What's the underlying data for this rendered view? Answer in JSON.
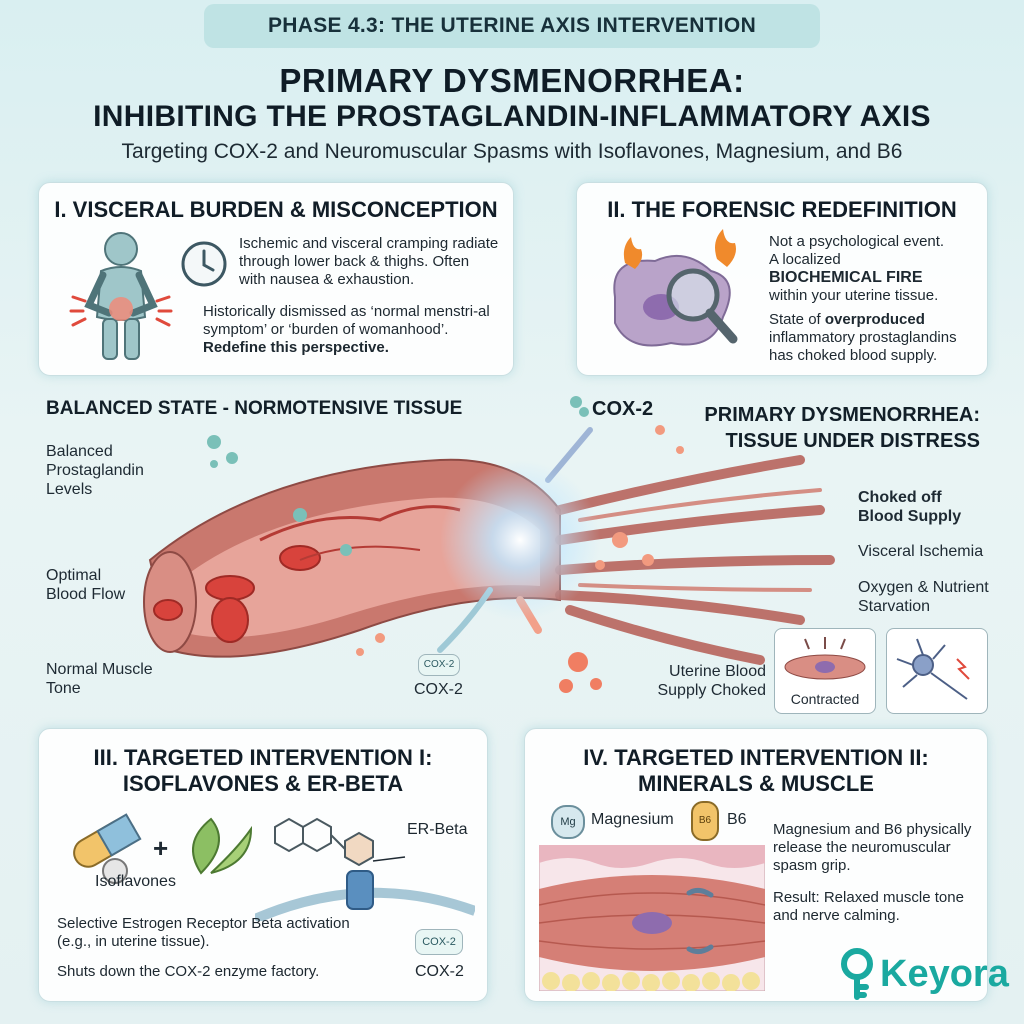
{
  "header": {
    "phase": "PHASE 4.3: THE UTERINE AXIS INTERVENTION",
    "title_line1": "PRIMARY DYSMENORRHEA:",
    "title_line2": "INHIBITING THE PROSTAGLANDIN-INFLAMMATORY AXIS",
    "subtitle": "Targeting COX-2 and Neuromuscular Spasms with Isoflavones, Magnesium, and B6"
  },
  "card1": {
    "title": "I. VISCERAL BURDEN & MISCONCEPTION",
    "p1": "Ischemic and visceral cramping radiate through lower back & thighs. Often with nausea & exhaustion.",
    "p2": "Historically dismissed as ‘normal menstri-al symptom’ or ‘burden of womanhood’.",
    "p2_bold": "Redefine this perspective."
  },
  "card2": {
    "title": "II. THE FORENSIC REDEFINITION",
    "line1": "Not a psychological event.",
    "line2": "A localized",
    "line3_bold": "BIOCHEMICAL FIRE",
    "line4": "within your uterine tissue.",
    "p2_pre": "State of",
    "p2_bold": "overproduced",
    "p2_rest": "inflammatory prostaglandins has choked blood supply."
  },
  "middle": {
    "left_heading": "BALANCED STATE - NORMOTENSIVE TISSUE",
    "right_heading_line1": "PRIMARY DYSMENORRHEA:",
    "right_heading_line2": "TISSUE UNDER DISTRESS",
    "cox2_top": "COX-2",
    "cox2_bottom": "COX-2",
    "cox2_chip": "COX-2",
    "left_labels": [
      "Balanced Prostaglandin Levels",
      "Optimal Blood Flow",
      "Normal Muscle Tone"
    ],
    "right_labels": {
      "choked": "Choked off Blood Supply",
      "ischemia": "Visceral Ischemia",
      "starvation": "Oxygen & Nutrient Starvation",
      "uterine": "Uterine Blood Supply Choked"
    },
    "contracted": "Contracted"
  },
  "card3": {
    "title_line1": "III. TARGETED INTERVENTION I:",
    "title_line2": "ISOFLAVONES & ER-BETA",
    "isoflavones": "Isoflavones",
    "erbeta": "ER-Beta",
    "p1": "Selective Estrogen Receptor Beta activation (e.g., in uterine tissue).",
    "p2": "Shuts down the COX-2 enzyme factory.",
    "cox2_chip": "COX-2",
    "cox2_label": "COX-2"
  },
  "card4": {
    "title_line1": "IV. TARGETED INTERVENTION II:",
    "title_line2": "MINERALS & MUSCLE",
    "magnesium": "Magnesium",
    "mg_symbol": "Mg",
    "b6": "B6",
    "b6_symbol": "B6",
    "p1": "Magnesium and B6 physically release the neuromuscular spasm grip.",
    "p2": "Result: Relaxed muscle tone and nerve calming."
  },
  "brand": {
    "name": "Keyora"
  },
  "colors": {
    "accent": "#1aa9a0",
    "tissue": "#c9786e",
    "blood": "#d8433c",
    "flame": "#f08a2c"
  }
}
